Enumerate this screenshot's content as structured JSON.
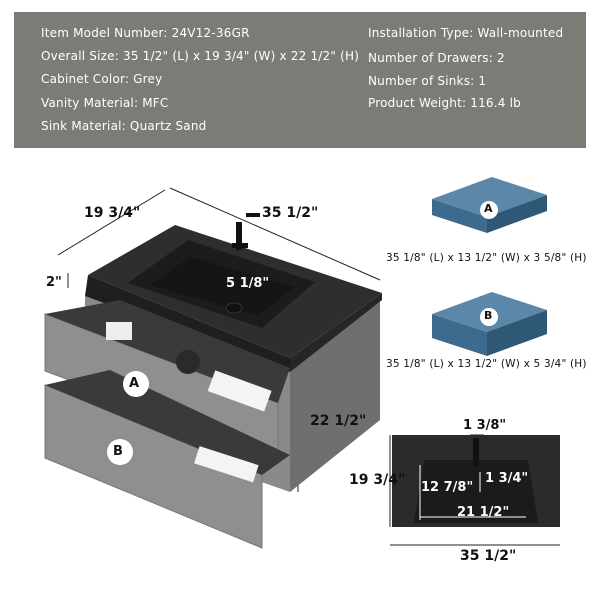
{
  "specs": {
    "left": [
      "Item Model Number: 24V12-36GR",
      "Overall Size: 35 1/2\" (L) x 19 3/4\" (W) x 22 1/2\" (H)",
      "Cabinet Color: Grey",
      "Vanity Material: MFC",
      "Sink Material: Quartz Sand"
    ],
    "right": [
      "Installation Type: Wall-mounted",
      "Number of Drawers: 2",
      "Number of Sinks: 1",
      "Product Weight: 116.4 lb"
    ]
  },
  "vanity": {
    "width_label": "35 1/2\"",
    "depth_label": "19 3/4\"",
    "top_thickness_label": "2\"",
    "basin_depth_label": "5 1/8\"",
    "height_label": "22 1/2\"",
    "drawer_a_label": "A",
    "drawer_b_label": "B"
  },
  "drawer_boxes": [
    {
      "label": "A",
      "caption": "35 1/8\" (L) x 13 1/2\" (W) x 3 5/8\" (H)",
      "color": "#3d6b8e"
    },
    {
      "label": "B",
      "caption": "35 1/8\" (L) x 13 1/2\" (W) x 5 3/4\" (H)",
      "color": "#3d6b8e"
    }
  ],
  "top_view": {
    "faucet_hole_label": "1 3/8\"",
    "depth_label": "19 3/4\"",
    "basin_depth_label": "12 7/8\"",
    "drain_offset_label": "1 3/4\"",
    "basin_width_label": "21 1/2\"",
    "width_label": "35 1/2\""
  },
  "colors": {
    "banner": "#7c7b76",
    "countertop": "#2e2e2e",
    "cabinet": "#7e7e7c",
    "drawer_box": "#3d6b8e"
  }
}
